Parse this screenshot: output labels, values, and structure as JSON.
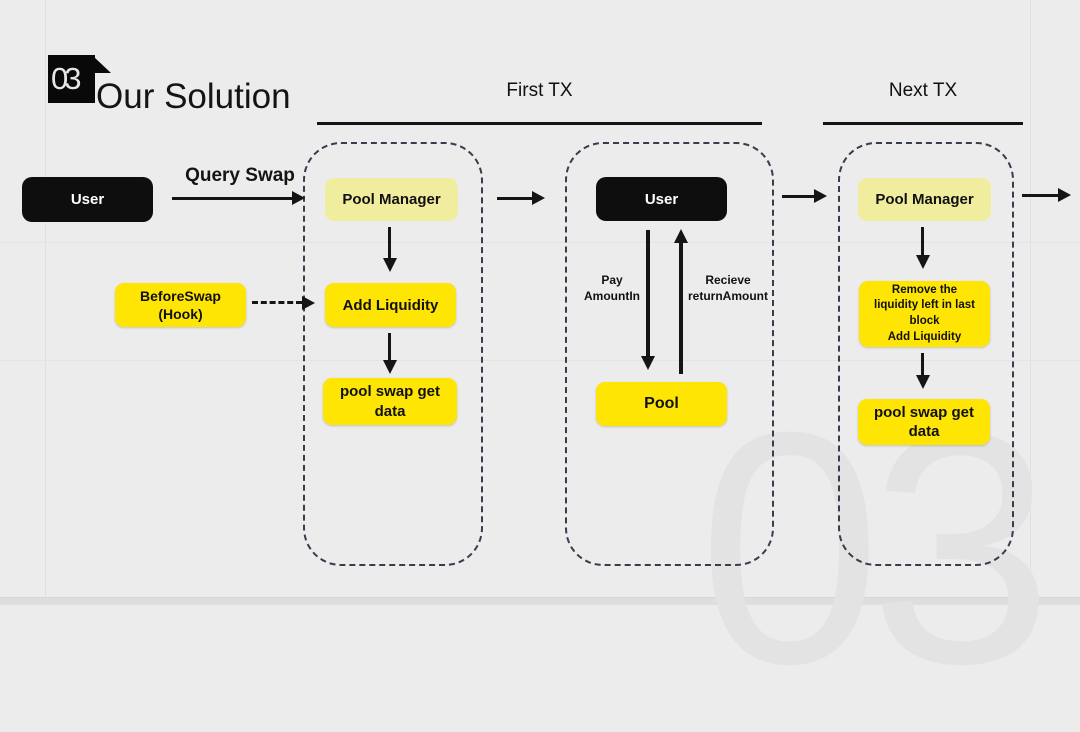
{
  "colors": {
    "background": "#ECECEC",
    "bright_yellow": "#FFE504",
    "pale_yellow": "#F1ED9F",
    "box_black": "#0E0E0E",
    "dashed_border": "#363D4D",
    "arrow_black": "#151515",
    "watermark_gray": "#E3E3E3"
  },
  "header": {
    "badge_number": "03",
    "title": "Our Solution"
  },
  "phases": {
    "first_tx": {
      "label": "First TX"
    },
    "next_tx": {
      "label": "Next TX"
    }
  },
  "actors": {
    "user": "User",
    "query_swap": "Query Swap",
    "before_swap_hook": "BeforeSwap\n(Hook)"
  },
  "first_tx_flow": {
    "pool_manager": "Pool Manager",
    "add_liquidity": "Add Liquidity",
    "pool_swap_get_data": "pool swap get\ndata"
  },
  "swap_flow": {
    "user": "User",
    "pay_label": "Pay\nAmountIn",
    "receive_label": "Recieve\nreturnAmount",
    "pool": "Pool"
  },
  "next_tx_flow": {
    "pool_manager": "Pool Manager",
    "remove_liquidity": "Remove the\nliquidity left in last\nblock\nAdd Liquidity",
    "pool_swap_get_data": "pool swap get\ndata"
  },
  "watermark": "03"
}
